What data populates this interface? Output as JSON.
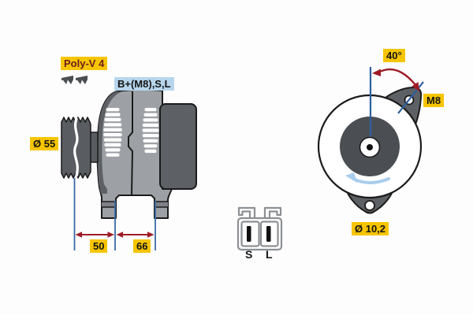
{
  "figure_title": "Alternator technical drawing",
  "side_view": {
    "belt_type_label": "Poly-V 4",
    "terminal_label": "B+(M8),S,L",
    "pulley_diameter_label": "Ø 55",
    "dimension_pulley_to_mount": "50",
    "dimension_mount_span": "66"
  },
  "connector": {
    "pin_left": "S",
    "pin_right": "L"
  },
  "rear_view": {
    "mounting_angle_label": "40°",
    "bolt_size_label": "M8",
    "mounting_hole_diameter_label": "Ø 10,2"
  },
  "colors": {
    "label_yellow": "#f6c500",
    "label_blue": "#b7d6ec",
    "dimension_red": "#9d1c26",
    "reference_blue": "#3a6aa4",
    "rotation_arrow_blue": "#a9cdec",
    "body_gray": "#9da1a5",
    "dark_gray": "#5d6064",
    "outline": "#1b1b1b"
  }
}
